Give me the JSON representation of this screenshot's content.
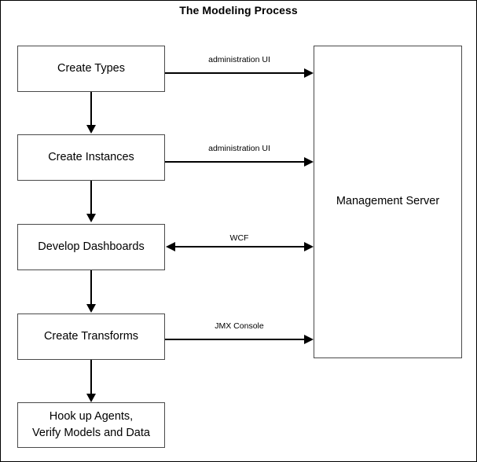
{
  "diagram": {
    "title": "The Modeling Process",
    "type": "flowchart",
    "process_nodes": [
      {
        "id": "create-types",
        "label": "Create Types"
      },
      {
        "id": "create-instances",
        "label": "Create Instances"
      },
      {
        "id": "develop-dashboards",
        "label": "Develop Dashboards"
      },
      {
        "id": "create-transforms",
        "label": "Create Transforms"
      },
      {
        "id": "hook-up-agents",
        "label": "Hook up Agents,\nVerify Models and Data"
      }
    ],
    "system_nodes": [
      {
        "id": "management-server",
        "label": "Management Server"
      }
    ],
    "flow_edges": [
      {
        "from": "create-types",
        "to": "create-instances",
        "label": ""
      },
      {
        "from": "create-instances",
        "to": "develop-dashboards",
        "label": ""
      },
      {
        "from": "develop-dashboards",
        "to": "create-transforms",
        "label": ""
      },
      {
        "from": "create-transforms",
        "to": "hook-up-agents",
        "label": ""
      }
    ],
    "connector_edges": [
      {
        "id": "edge-types-server",
        "from": "create-types",
        "to": "management-server",
        "label": "administration UI",
        "direction": "right"
      },
      {
        "id": "edge-instances-server",
        "from": "create-instances",
        "to": "management-server",
        "label": "administration UI",
        "direction": "right"
      },
      {
        "id": "edge-dashboards-server",
        "from": "develop-dashboards",
        "to": "management-server",
        "label": "WCF",
        "direction": "both"
      },
      {
        "id": "edge-transforms-server",
        "from": "create-transforms",
        "to": "management-server",
        "label": "JMX Console",
        "direction": "right"
      }
    ],
    "colors": {
      "background": "#ffffff",
      "border": "#000000",
      "node_border": "#4a4a4a",
      "connector": "#000000",
      "text": "#000000"
    }
  }
}
